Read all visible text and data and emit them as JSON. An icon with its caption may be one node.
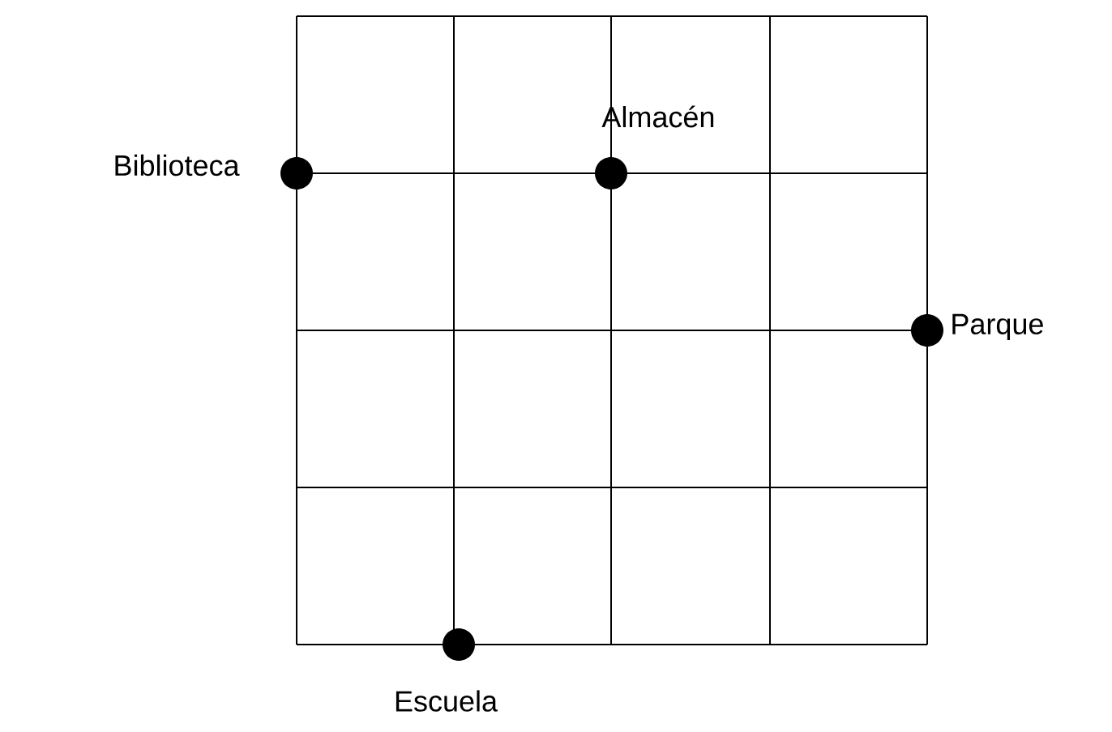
{
  "diagram": {
    "nodes": [
      {
        "text": [
          "Biblioteca"
        ]
      },
      {
        "text": [
          "Almacén"
        ]
      },
      {
        "text": [
          "Parque"
        ]
      },
      {
        "text": [
          "Escuela"
        ]
      }
    ]
  }
}
